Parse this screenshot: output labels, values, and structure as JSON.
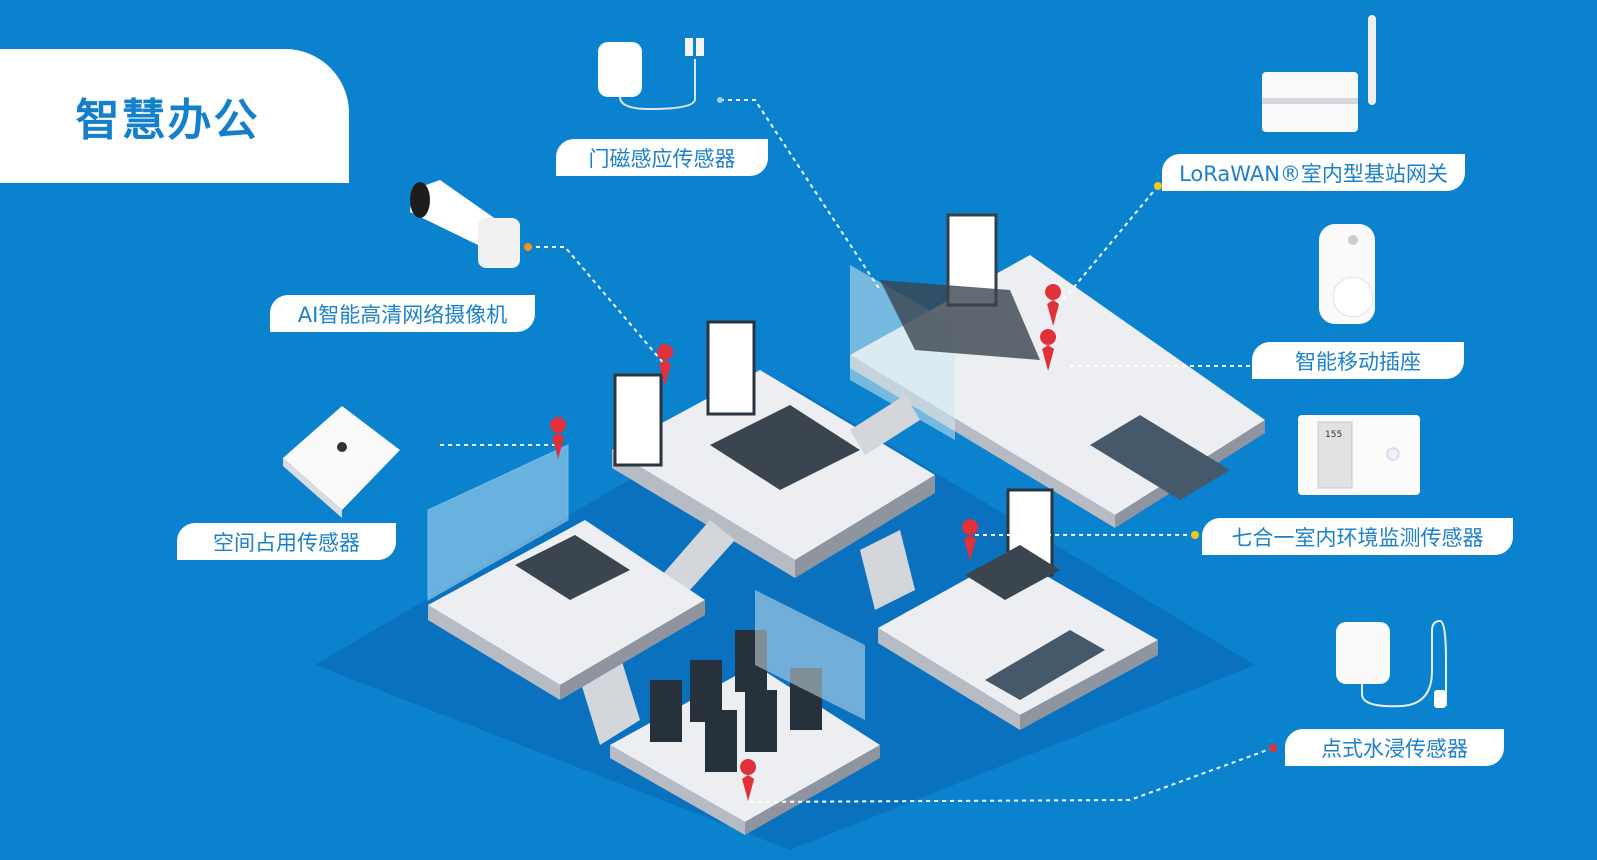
{
  "title": "智慧办公",
  "colors": {
    "background": "#0a82cd",
    "label_text": "#1e80c8",
    "pin": "#e0313a",
    "dot_orange": "#f0901e",
    "dot_yellow": "#f5c518"
  },
  "labels": {
    "door_sensor": "门磁感应传感器",
    "gateway": "LoRaWAN®室内型基站网关",
    "camera": "AI智能高清网络摄像机",
    "smart_plug": "智能移动插座",
    "occupancy_sensor": "空间占用传感器",
    "env_sensor": "七合一室内环境监测传感器",
    "water_leak_sensor": "点式水浸传感器"
  },
  "devices": {
    "env_sensor_display": "155"
  },
  "icons": [
    "door-sensor-icon",
    "gateway-icon",
    "camera-icon",
    "smart-plug-icon",
    "occupancy-sensor-icon",
    "env-sensor-icon",
    "water-leak-sensor-icon",
    "map-pin-icon"
  ]
}
